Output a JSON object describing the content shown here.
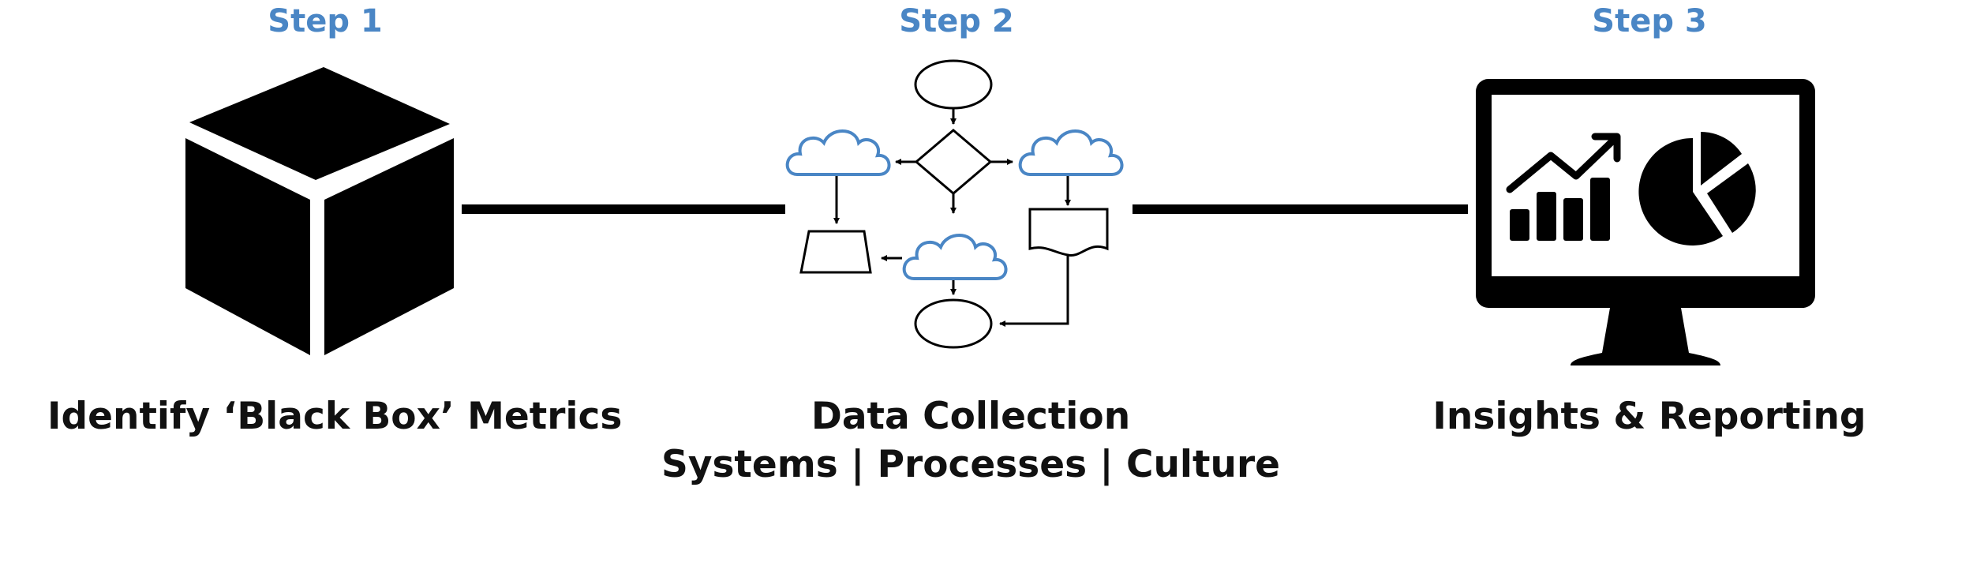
{
  "steps": [
    {
      "label": "Step 1",
      "caption": "Identify ‘Black Box’ Metrics",
      "graphic": "black-box-cube-icon"
    },
    {
      "label": "Step 2",
      "caption": "Data Collection",
      "subcaption": "Systems | Processes | Culture",
      "graphic": "flowchart-icon"
    },
    {
      "label": "Step 3",
      "caption": "Insights & Reporting",
      "graphic": "monitor-charts-icon"
    }
  ],
  "colors": {
    "step_label": "#4a86c5",
    "cloud_stroke": "#4a86c5",
    "ink": "#000000"
  }
}
